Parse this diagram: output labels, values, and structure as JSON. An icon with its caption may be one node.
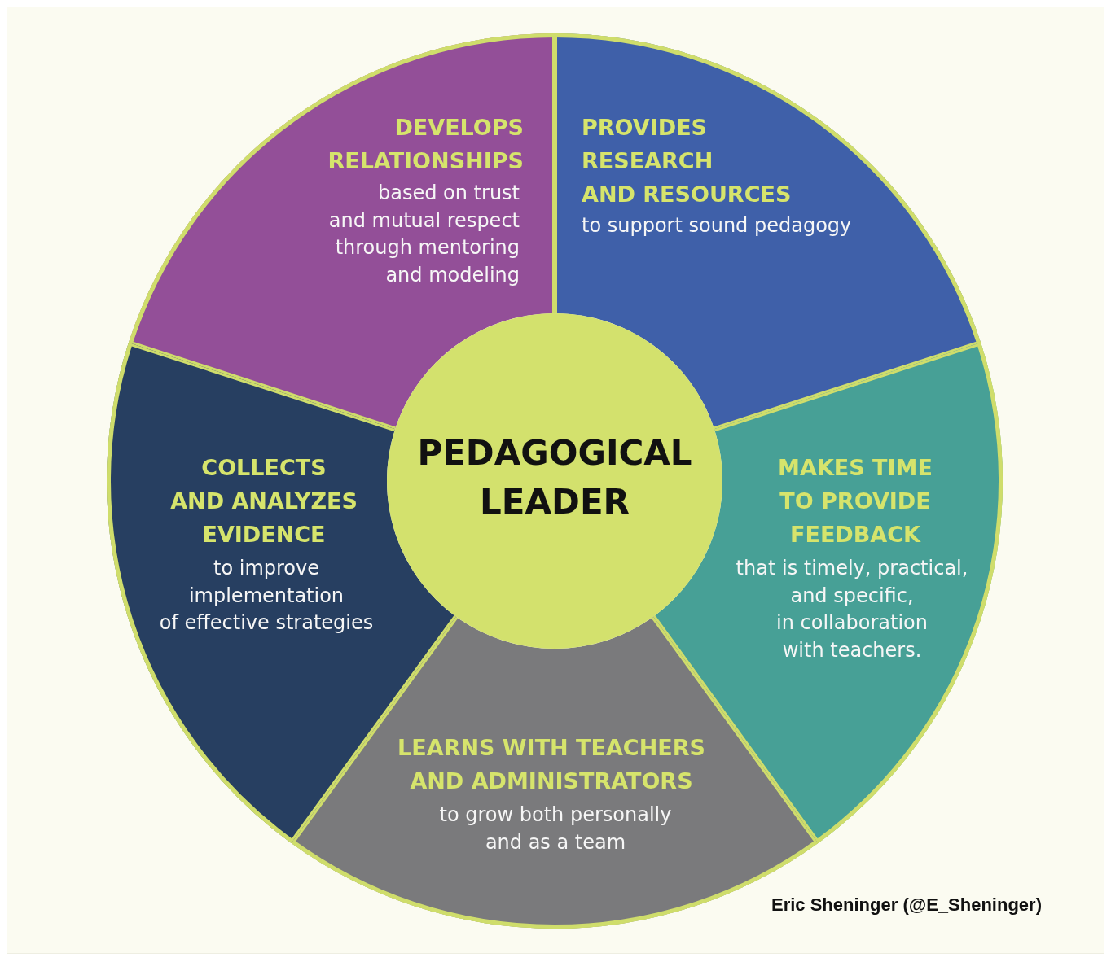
{
  "diagram": {
    "nodes": [
      {
        "text": [
          "DEVELOPS RELATIONSHIPS",
          "based on trust and mutual respect through mentoring and modeling"
        ]
      },
      {
        "text": [
          "PROVIDES RESEARCH AND RESOURCES",
          "to support sound pedagogy"
        ]
      },
      {
        "text": [
          "COLLECTS AND ANALYZES EVIDENCE",
          "to improve implementation of effective strategies"
        ]
      },
      {
        "text": [
          "PEDAGOGICAL LEADER"
        ]
      },
      {
        "text": [
          "MAKES TIME TO PROVIDE FEEDBACK",
          "that is timely, practical, and specific, in collaboration with teachers."
        ]
      },
      {
        "text": [
          "LEARNS WITH TEACHERS AND ADMINISTRATORS",
          "to grow both personally and as a team"
        ]
      }
    ],
    "labels": [
      "Eric Sheninger (@E_Sheninger)"
    ]
  }
}
